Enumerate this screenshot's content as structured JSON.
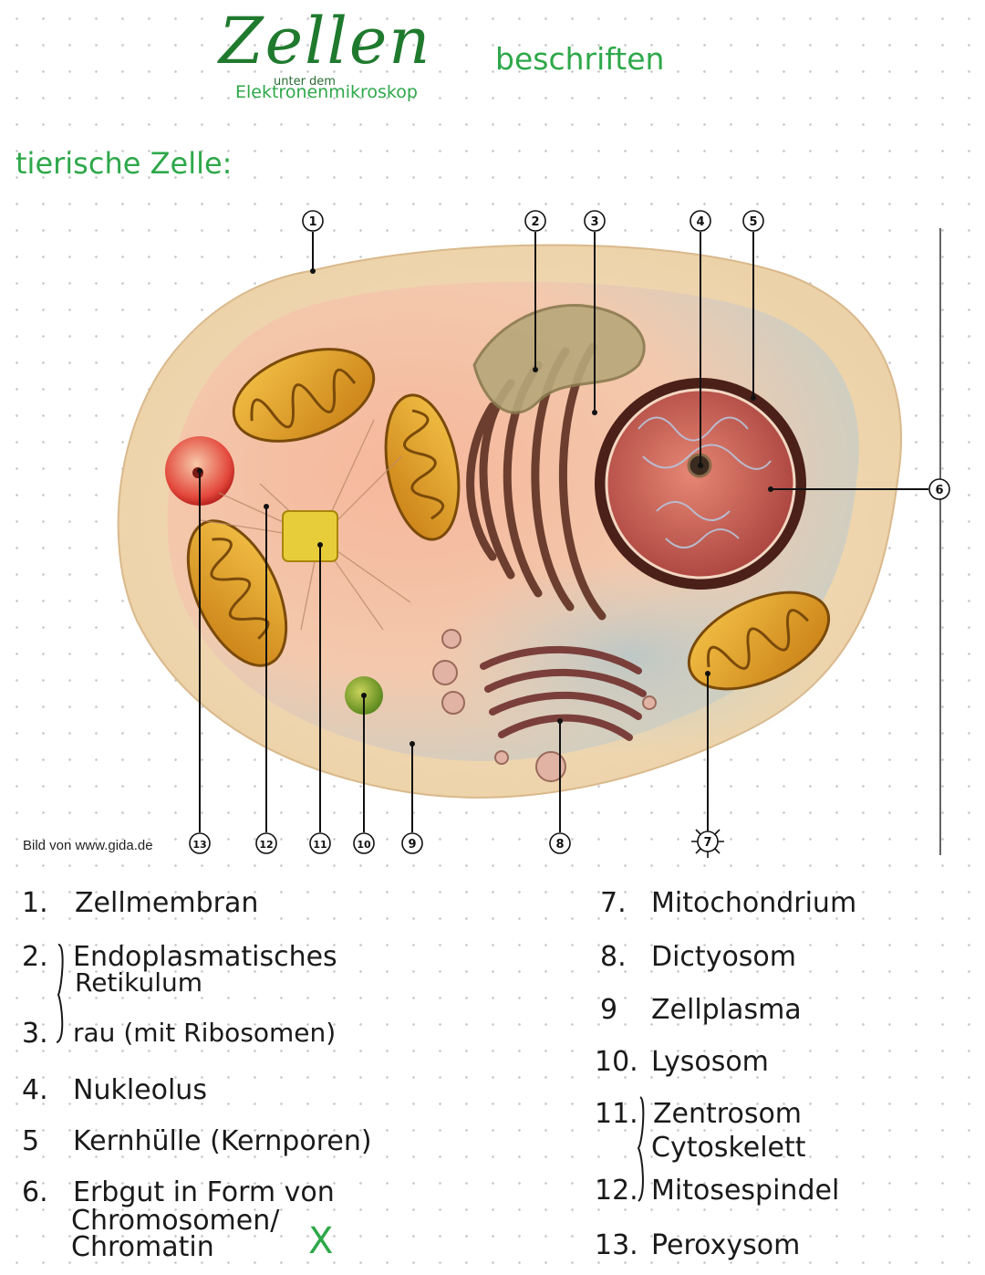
{
  "title": {
    "main": "Zellen",
    "sub": "beschriften",
    "under": "unter dem",
    "microscope": "Elektronenmikroskop"
  },
  "section_heading": "tierische   Zelle:",
  "image_credit": "Bild von www.gida.de",
  "callouts": [
    "1",
    "2",
    "3",
    "4",
    "5",
    "6",
    "7",
    "8",
    "9",
    "10",
    "11",
    "12",
    "13"
  ],
  "legend_left": [
    {
      "num": "1.",
      "text": "Zellmembran"
    },
    {
      "num": "2.",
      "text": "Endoplasmatisches"
    },
    {
      "num": "",
      "text": "Retikulum"
    },
    {
      "num": "3.",
      "text": "rau (mit Ribosomen)"
    },
    {
      "num": "4.",
      "text": "Nukleolus"
    },
    {
      "num": "5",
      "text": "Kernhülle (Kernporen)"
    },
    {
      "num": "6.",
      "text": "Erbgut in Form von"
    },
    {
      "num": "",
      "text": "Chromosomen/"
    },
    {
      "num": "",
      "text": "Chromatin"
    }
  ],
  "legend_right": [
    {
      "num": "7.",
      "text": "Mitochondrium"
    },
    {
      "num": "8.",
      "text": "Dictyosom"
    },
    {
      "num": "9",
      "text": "Zellplasma"
    },
    {
      "num": "10.",
      "text": "Lysosom"
    },
    {
      "num": "11.",
      "text": "Zentrosom"
    },
    {
      "num": "",
      "text": "Cytoskelett"
    },
    {
      "num": "12.",
      "text": "Mitosespindel"
    },
    {
      "num": "13.",
      "text": "Peroxysom"
    }
  ],
  "check_mark": "X",
  "colors": {
    "heading_green": "#2ea84a",
    "cell_outer": "#f2ddb8",
    "cytoplasm": "#f4c3a4",
    "mitochondrion": "#e5a21f",
    "nucleus": "#c9574c",
    "peroxisome": "#d23a2f",
    "lysosome": "#7aa32a"
  }
}
